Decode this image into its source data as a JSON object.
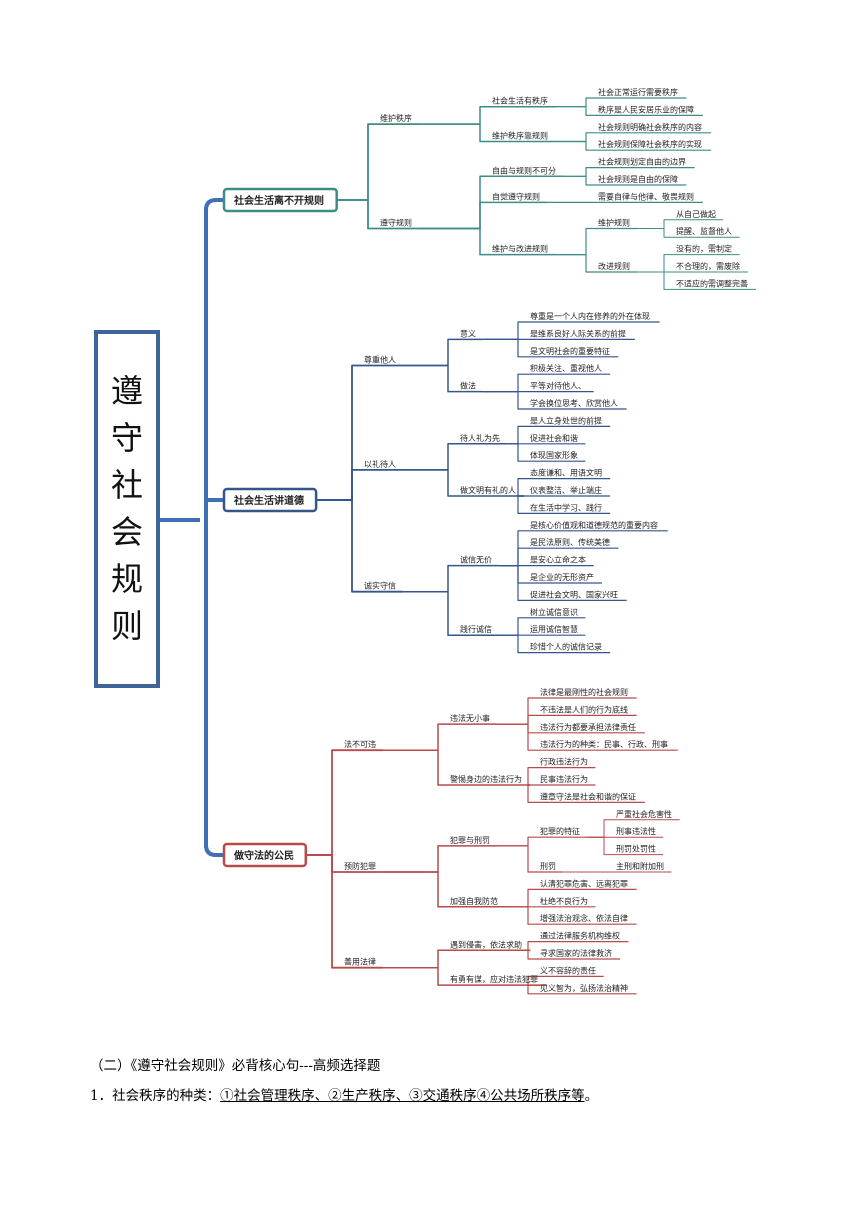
{
  "root_title": "遵守社会规则",
  "colors": {
    "blue": "#3f6fb4",
    "teal": "#3d8c86",
    "navy": "#34568a",
    "red": "#b84a4a"
  },
  "branches": [
    {
      "label": "社会生活离不开规则",
      "color": "teal",
      "children": [
        {
          "label": "维护秩序",
          "children": [
            {
              "label": "社会生活有秩序",
              "children": [
                {
                  "label": "社会正常运行需要秩序"
                },
                {
                  "label": "秩序是人民安居乐业的保障"
                }
              ]
            },
            {
              "label": "维护秩序靠规则",
              "children": [
                {
                  "label": "社会规则明确社会秩序的内容"
                },
                {
                  "label": "社会规则保障社会秩序的实现"
                }
              ]
            }
          ]
        },
        {
          "label": "遵守规则",
          "children": [
            {
              "label": "自由与规则不可分",
              "children": [
                {
                  "label": "社会规则划定自由的边界"
                },
                {
                  "label": "社会规则是自由的保障"
                }
              ]
            },
            {
              "label": "自觉遵守规则",
              "children": [
                {
                  "label": "需要自律与他律、敬畏规则"
                }
              ]
            },
            {
              "label": "维护与改进规则",
              "children": [
                {
                  "label": "维护规则",
                  "children": [
                    {
                      "label": "从自己做起"
                    },
                    {
                      "label": "提醒、监督他人"
                    }
                  ]
                },
                {
                  "label": "改进规则",
                  "children": [
                    {
                      "label": "没有的，需制定"
                    },
                    {
                      "label": "不合理的，需废除"
                    },
                    {
                      "label": "不适应的需调整完善"
                    }
                  ]
                }
              ]
            }
          ]
        }
      ]
    },
    {
      "label": "社会生活讲道德",
      "color": "navy",
      "children": [
        {
          "label": "尊重他人",
          "children": [
            {
              "label": "意义",
              "children": [
                {
                  "label": "尊重是一个人内在修养的外在体现"
                },
                {
                  "label": "是维系良好人际关系的前提"
                },
                {
                  "label": "是文明社会的重要特征"
                }
              ]
            },
            {
              "label": "做法",
              "children": [
                {
                  "label": "积极关注、重视他人"
                },
                {
                  "label": "平等对待他人、"
                },
                {
                  "label": "学会换位思考、欣赏他人"
                }
              ]
            }
          ]
        },
        {
          "label": "以礼待人",
          "children": [
            {
              "label": "待人礼为先",
              "children": [
                {
                  "label": "是人立身处世的前提"
                },
                {
                  "label": "促进社会和谐"
                },
                {
                  "label": "体现国家形象"
                }
              ]
            },
            {
              "label": "做文明有礼的人",
              "children": [
                {
                  "label": "态度谦和、用语文明"
                },
                {
                  "label": "仪表整洁、举止端庄"
                },
                {
                  "label": "在生活中学习、践行"
                }
              ]
            }
          ]
        },
        {
          "label": "诚实守信",
          "children": [
            {
              "label": "诚信无价",
              "children": [
                {
                  "label": "是核心价值观和道德规范的重要内容"
                },
                {
                  "label": "是民法原则、传统美德"
                },
                {
                  "label": "是安心立命之本"
                },
                {
                  "label": "是企业的无形资产"
                },
                {
                  "label": "促进社会文明、国家兴旺"
                }
              ]
            },
            {
              "label": "践行诚信",
              "children": [
                {
                  "label": "树立诚信意识"
                },
                {
                  "label": "运用诚信智慧"
                },
                {
                  "label": "珍惜个人的诚信记录"
                }
              ]
            }
          ]
        }
      ]
    },
    {
      "label": "做守法的公民",
      "color": "red",
      "children": [
        {
          "label": "法不可违",
          "children": [
            {
              "label": "违法无小事",
              "children": [
                {
                  "label": "法律是最刚性的社会规则"
                },
                {
                  "label": "不违法是人们的行为底线"
                },
                {
                  "label": "违法行为都要承担法律责任"
                },
                {
                  "label": "违法行为的种类：民事、行政、刑事"
                }
              ]
            },
            {
              "label": "警惕身边的违法行为",
              "children": [
                {
                  "label": "行政违法行为"
                },
                {
                  "label": "民事违法行为"
                },
                {
                  "label": "遵章守法是社会和谐的保证"
                }
              ]
            }
          ]
        },
        {
          "label": "预防犯罪",
          "children": [
            {
              "label": "犯罪与刑罚",
              "children": [
                {
                  "label": "犯罪的特征",
                  "children": [
                    {
                      "label": "严重社会危害性"
                    },
                    {
                      "label": "刑事违法性"
                    },
                    {
                      "label": "刑罚处罚性"
                    }
                  ]
                },
                {
                  "label": "刑罚",
                  "children": [
                    {
                      "label": "主刑和附加刑"
                    }
                  ]
                }
              ]
            },
            {
              "label": "加强自我防范",
              "children": [
                {
                  "label": "认清犯罪危害、远离犯罪"
                },
                {
                  "label": "杜绝不良行为"
                },
                {
                  "label": "增强法治观念、依法自律"
                }
              ]
            }
          ]
        },
        {
          "label": "善用法律",
          "children": [
            {
              "label": "遇到侵害，依法求助",
              "children": [
                {
                  "label": "通过法律服务机构维权"
                },
                {
                  "label": "寻求国家的法律救济"
                }
              ]
            },
            {
              "label": "有勇有谋，应对违法犯罪",
              "children": [
                {
                  "label": "义不容辞的责任"
                },
                {
                  "label": "见义智为，弘扬法治精神"
                }
              ]
            }
          ]
        }
      ]
    }
  ],
  "footer": {
    "heading": "（二）《遵守社会规则》必背核心句---高频选择题",
    "item_prefix": "1．社会秩序的种类：",
    "item_underlined": "①社会管理秩序、②生产秩序、③交通秩序④公共场所秩序等",
    "item_suffix": "。"
  }
}
